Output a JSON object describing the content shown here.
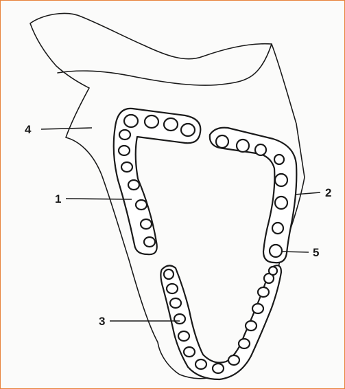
{
  "frame_color": "#e8823a",
  "callouts": {
    "c1": "1",
    "c2": "2",
    "c3": "3",
    "c4": "4",
    "c5": "5"
  }
}
